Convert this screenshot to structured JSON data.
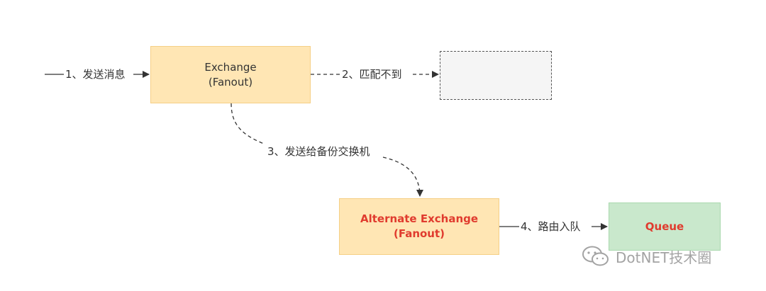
{
  "nodes": {
    "exchange": {
      "line1": "Exchange",
      "line2": "(Fanout)"
    },
    "alternate": {
      "line1": "Alternate Exchange",
      "line2": "(Fanout)"
    },
    "queue": {
      "label": "Queue"
    }
  },
  "edges": {
    "send": "1、发送消息",
    "unmatched": "2、匹配不到",
    "backup": "3、发送给备份交换机",
    "route": "4、路由入队"
  },
  "watermark": {
    "text": "DotNET技术圈"
  },
  "colors": {
    "exchange_fill": "#ffe6b4",
    "queue_fill": "#c9e8cc",
    "highlight_text": "#e03b2e",
    "unmatched_fill": "#f5f5f5"
  }
}
